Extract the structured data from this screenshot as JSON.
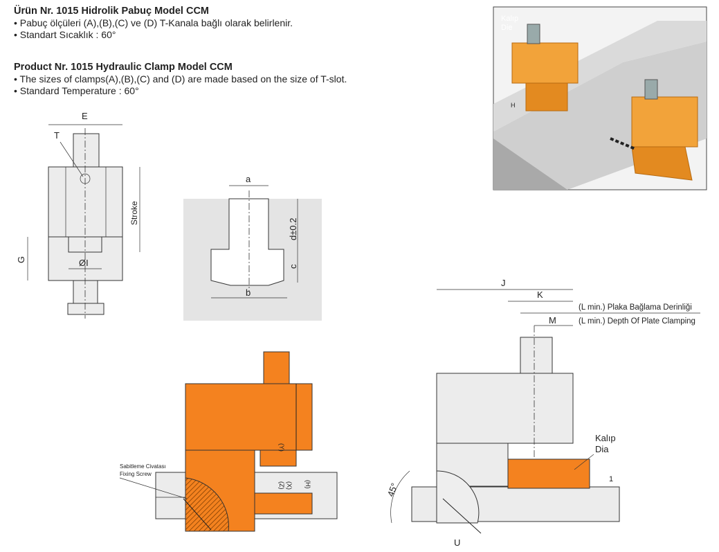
{
  "header_tr": {
    "title": "Ürün Nr. 1015 Hidrolik Pabuç Model CCM",
    "bullet1": "• Pabuç ölçüleri (A),(B),(C) ve (D) T-Kanala bağlı olarak belirlenir.",
    "bullet2": "• Standart Sıcaklık : 60°"
  },
  "header_en": {
    "title": "Product Nr. 1015 Hydraulic Clamp Model CCM",
    "bullet1": "• The sizes of clamps(A),(B),(C) and (D) are made  based on the size of T-slot.",
    "bullet2": "• Standard Temperature : 60°"
  },
  "photo": {
    "die_label_tr": "Kalıp",
    "die_label_en": "Die",
    "h_label": "H"
  },
  "front_view": {
    "e": "E",
    "t": "T",
    "stroke": "Stroke",
    "g": "G",
    "diameter": "ØI"
  },
  "tslot": {
    "a": "a",
    "b": "b",
    "c": "c",
    "d": "d±0.2"
  },
  "section_view": {
    "fixing_screw_tr": "Sabitleme Civatası",
    "fixing_screw_en": "Fixing Screw",
    "y": "(Y)",
    "z": "(Z)",
    "x": "(X)",
    "h": "(H)"
  },
  "side_view": {
    "j": "J",
    "k": "K",
    "m": "M",
    "l_min_tr": "(L min.) Plaka Bağlama Derinliği",
    "l_min_en": "(L min.) Depth Of Plate Clamping",
    "die_tr": "Kalıp",
    "die_en": "Dia",
    "one": "1",
    "angle": "45°",
    "u": "U"
  },
  "colors": {
    "orange": "#f4821f",
    "gray": "#ececec",
    "slot_bg": "#e4e4e4"
  }
}
